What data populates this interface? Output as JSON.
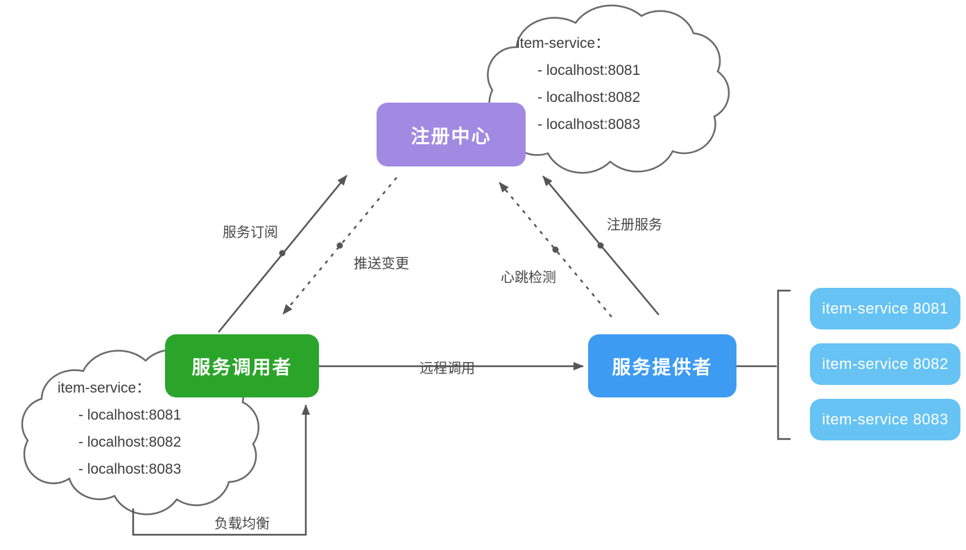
{
  "diagram": {
    "nodes": {
      "registry": {
        "label": "注册中心",
        "color": "#a28ae2"
      },
      "consumer": {
        "label": "服务调用者",
        "color": "#2aa52a"
      },
      "provider": {
        "label": "服务提供者",
        "color": "#3d9bf2"
      }
    },
    "edges": {
      "subscribe": {
        "label": "服务订阅",
        "style": "solid",
        "from": "consumer",
        "to": "registry"
      },
      "push": {
        "label": "推送变更",
        "style": "dashed",
        "from": "registry",
        "to": "consumer"
      },
      "register": {
        "label": "注册服务",
        "style": "solid",
        "from": "provider",
        "to": "registry"
      },
      "heartbeat": {
        "label": "心跳检测",
        "style": "dashed",
        "from": "provider",
        "to": "registry"
      },
      "remote_call": {
        "label": "远程调用",
        "style": "solid",
        "from": "consumer",
        "to": "provider"
      },
      "load_balance": {
        "label": "负载均衡",
        "style": "solid",
        "from": "consumer-cloud",
        "to": "consumer"
      }
    },
    "registry_cloud": {
      "title": "item-service：",
      "items": [
        "- localhost:8081",
        "- localhost:8082",
        "- localhost:8083"
      ]
    },
    "consumer_cloud": {
      "title": "item-service：",
      "items": [
        "- localhost:8081",
        "- localhost:8082",
        "- localhost:8083"
      ]
    },
    "provider_instances": [
      {
        "label": "item-service 8081"
      },
      {
        "label": "item-service 8082"
      },
      {
        "label": "item-service 8083"
      }
    ],
    "instance_color": "#66c3f4",
    "line_color": "#5a5a5a"
  }
}
